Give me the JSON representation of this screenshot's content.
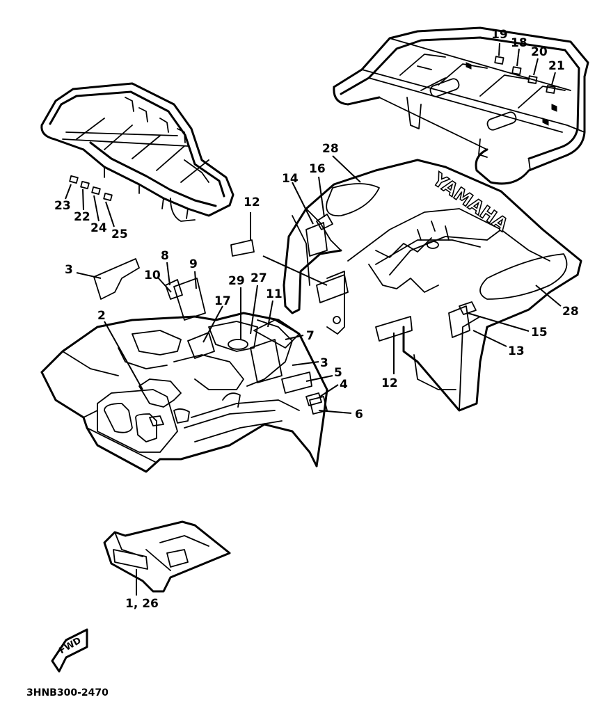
{
  "brand_text": "YAMAHA",
  "fwd_text": "FWD",
  "drawing_code": "3HNB300-2470",
  "callouts": {
    "c19": "19",
    "c18": "18",
    "c20": "20",
    "c21": "21",
    "c28a": "28",
    "c14": "14",
    "c16": "16",
    "c12a": "12",
    "c23": "23",
    "c22": "22",
    "c24": "24",
    "c25": "25",
    "c3a": "3",
    "c8": "8",
    "c9": "9",
    "c10": "10",
    "c29": "29",
    "c27": "27",
    "c11": "11",
    "c17": "17",
    "c2": "2",
    "c7": "7",
    "c3b": "3",
    "c5": "5",
    "c4": "4",
    "c6": "6",
    "c12b": "12",
    "c13": "13",
    "c15": "15",
    "c28b": "28",
    "c1_26": "1, 26"
  }
}
